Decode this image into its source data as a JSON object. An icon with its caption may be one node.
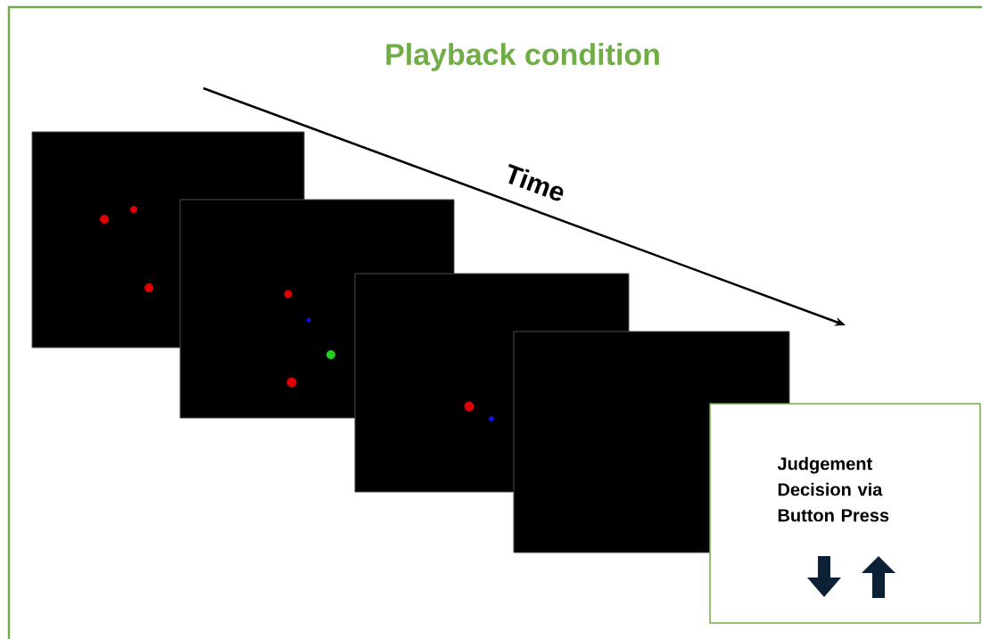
{
  "diagram": {
    "title": "Playback condition",
    "nodes": [
      {
        "text": [],
        "shape": "box"
      },
      {
        "text": [],
        "shape": "box"
      },
      {
        "text": [],
        "shape": "box"
      },
      {
        "text": [],
        "shape": "box"
      },
      {
        "text": [
          "Judgement Decision via Button Press"
        ]
      }
    ],
    "labels": [
      "Time"
    ]
  }
}
